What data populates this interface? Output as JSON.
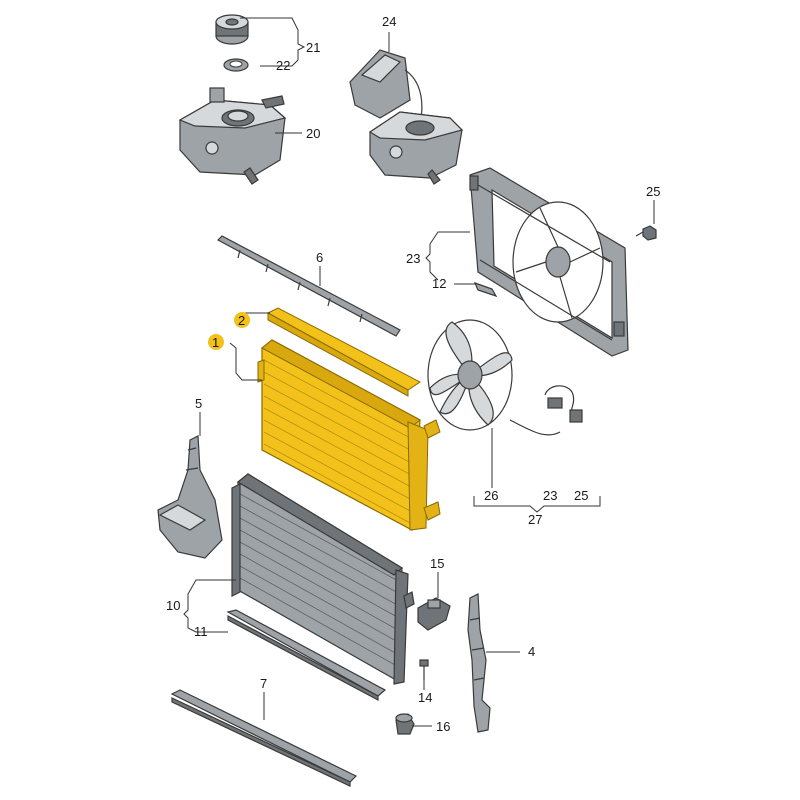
{
  "colors": {
    "highlight": "#f2c21b",
    "highlight_dark": "#d9a80f",
    "part_gray": "#9ea3a7",
    "part_dark": "#6f7478",
    "line": "#333333"
  },
  "callouts": {
    "c1": "1",
    "c2": "2",
    "c4": "4",
    "c5": "5",
    "c6": "6",
    "c7": "7",
    "c10": "10",
    "c11": "11",
    "c12": "12",
    "c14": "14",
    "c15": "15",
    "c16": "16",
    "c20": "20",
    "c21": "21",
    "c22": "22",
    "c23a": "23",
    "c23b": "23",
    "c24": "24",
    "c25a": "25",
    "c25b": "25",
    "c26": "26",
    "c27": "27"
  },
  "highlighted_parts": [
    "1",
    "2"
  ]
}
